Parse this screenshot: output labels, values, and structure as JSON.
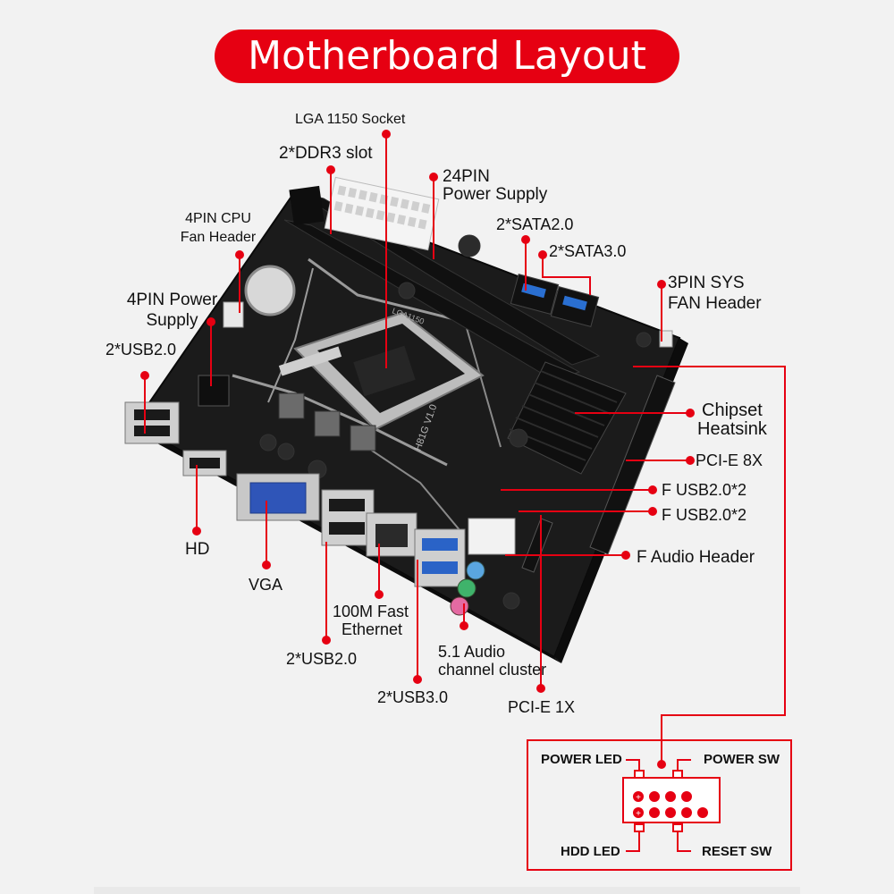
{
  "title": "Motherboard Layout",
  "board": {
    "chipset_marking": "H81G V1.0",
    "socket_marking": "LGA1150"
  },
  "labels": {
    "lga_socket": "LGA 1150 Socket",
    "ddr3": "2*DDR3 slot",
    "power24_line1": "24PIN",
    "power24_line2": "Power Supply",
    "cpu_fan_line1": "4PIN CPU",
    "cpu_fan_line2": "Fan Header",
    "sata2": "2*SATA2.0",
    "sata3": "2*SATA3.0",
    "sys_fan_line1": "3PIN SYS",
    "sys_fan_line2": "FAN Header",
    "power4_line1": "4PIN Power",
    "power4_line2": "Supply",
    "usb20_rear": "2*USB2.0",
    "chipset_line1": "Chipset",
    "chipset_line2": "Heatsink",
    "pcie8x": "PCI-E 8X",
    "fusb1": "F USB2.0*2",
    "fusb2": "F USB2.0*2",
    "faudio": "F Audio Header",
    "hd": "HD",
    "vga": "VGA",
    "ethernet_line1": "100M Fast",
    "ethernet_line2": "Ethernet",
    "usb20_bottom": "2*USB2.0",
    "usb30": "2*USB3.0",
    "audio_line1": "5.1 Audio",
    "audio_line2": "channel cluster",
    "pcie1x": "PCI-E 1X"
  },
  "front_panel": {
    "power_led": "POWER LED",
    "power_sw": "POWER SW",
    "hdd_led": "HDD LED",
    "reset_sw": "RESET SW",
    "plus_symbol": "+"
  },
  "colors": {
    "accent": "#e60012",
    "board": "#1b1b1b",
    "vga_blue": "#2f55b8",
    "usb3_blue": "#2a63c7",
    "audio_green": "#3fb36b",
    "audio_pink": "#e46aa2",
    "audio_blue": "#5aa6e0"
  }
}
